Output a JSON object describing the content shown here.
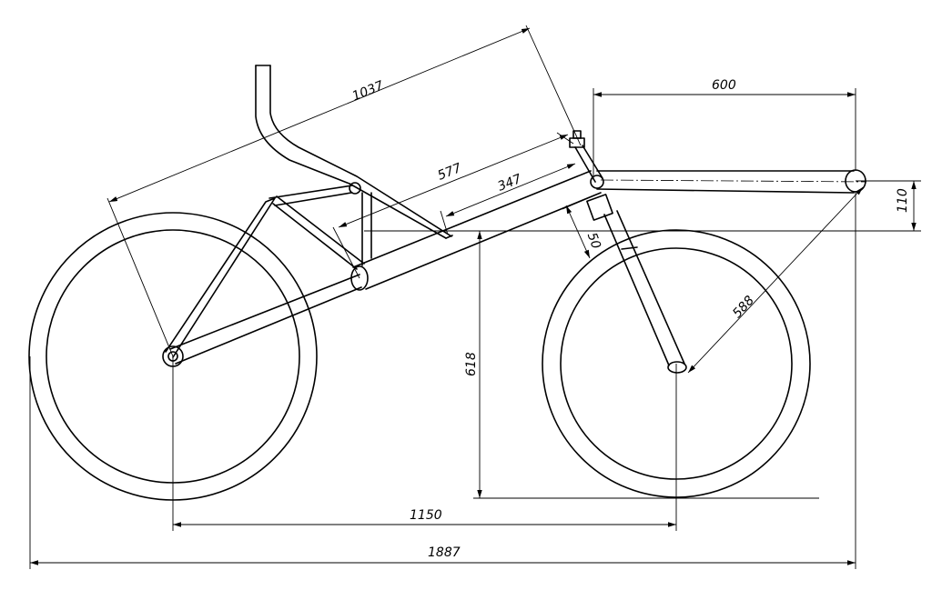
{
  "dimensions": {
    "overall_length": "1887",
    "wheelbase": "1150",
    "frame_diagonal": "1037",
    "handlebar_reach": "600",
    "boom_length_577": "577",
    "boom_length_347": "347",
    "steerer_offset": "50",
    "handlebar_drop": "110",
    "bottom_bracket_height": "618",
    "fork_to_bar": "588"
  }
}
